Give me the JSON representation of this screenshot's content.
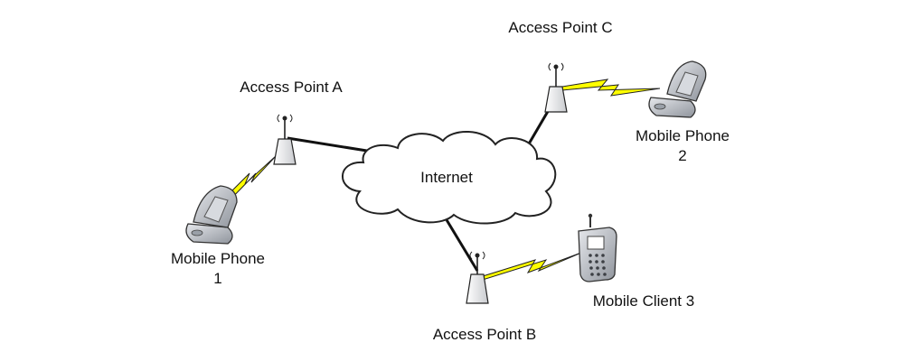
{
  "nodes": {
    "access_point_a": {
      "label": "Access Point A"
    },
    "access_point_b": {
      "label": "Access Point B"
    },
    "access_point_c": {
      "label": "Access Point C"
    },
    "internet": {
      "label": "Internet"
    },
    "mobile_phone_1": {
      "line1": "Mobile Phone",
      "line2": "1"
    },
    "mobile_phone_2": {
      "line1": "Mobile Phone",
      "line2": "2"
    },
    "mobile_client_3": {
      "label": "Mobile Client 3"
    }
  },
  "colors": {
    "wireless_link": "#ffff00",
    "wire": "#111111",
    "device_body": "#b8bcc4",
    "cloud_fill": "#ffffff"
  }
}
